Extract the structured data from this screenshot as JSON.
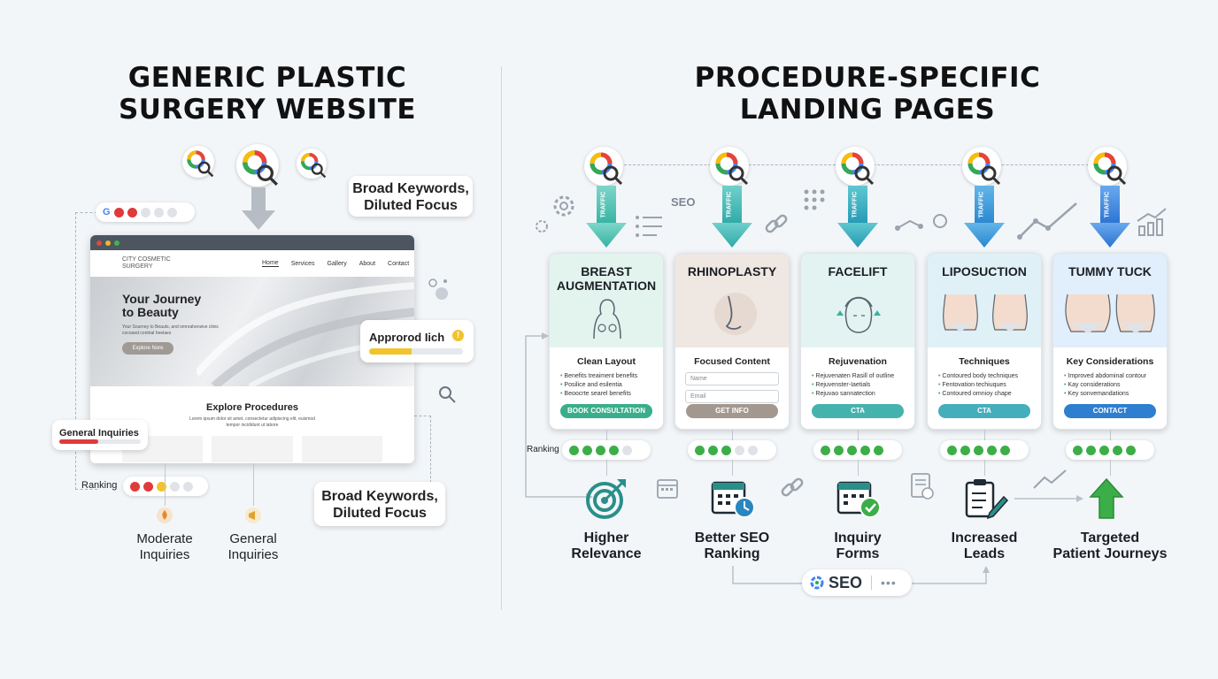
{
  "left": {
    "title_line1": "GENERIC PLASTIC",
    "title_line2": "SURGERY WEBSITE",
    "callout_top_l1": "Broad Keywords,",
    "callout_top_l2": "Diluted Focus",
    "callout_bottom_l1": "Broad Keywords,",
    "callout_bottom_l2": "Diluted Focus",
    "approved_label": "Approrod Iich",
    "approved_progress": 0.45,
    "general_inquiries_badge": "General Inquiries",
    "ranking_label": "Ranking",
    "ranking_dots": [
      "red",
      "red",
      "yellow",
      "gray",
      "gray"
    ],
    "browser": {
      "logo_l1": "CITY COSMETIC",
      "logo_l2": "SURGERY",
      "nav": [
        "Home",
        "Services",
        "Gallery",
        "About",
        "Contact"
      ],
      "hero_l1": "Your Journey",
      "hero_l2": "to Beauty",
      "hero_sub": "Your Sourney to Beauts, and omnrahensive clinic cocoaed contrial heelaes",
      "hero_btn": "Explore Nore",
      "explore_title": "Explore Procedures",
      "explore_sub": "Lorem ipsum dolor sit amet, consectetur adipiscing elit, euismod tempor incididunt ut labore"
    },
    "outcome1_l1": "Moderate",
    "outcome1_l2": "Inquiries",
    "outcome2_l1": "General",
    "outcome2_l2": "Inquiries"
  },
  "right": {
    "title_line1": "PROCEDURE-SPECIFIC",
    "title_line2": "LANDING PAGES",
    "seo_tag": "SEO",
    "traffic_label": "TRAFFIC",
    "ranking_label": "Ranking",
    "cards": [
      {
        "name_l1": "BREAST",
        "name_l2": "AUGMENTATION",
        "feature": "Clean Layout",
        "bullets": [
          "Benefits treaiment benefits",
          "Posilice and esilentia",
          "Beoocrte searel benefits"
        ],
        "button": "BOOK CONSULTATION",
        "btn_color": "#3aae8a",
        "head_color": "#e3f4ef",
        "dots": [
          "green",
          "green",
          "green",
          "green",
          "gray"
        ]
      },
      {
        "name_l1": "RHINOPLASTY",
        "name_l2": "",
        "feature": "Focused Content",
        "field1": "Name",
        "field2": "Email",
        "button": "GET INFO",
        "btn_color": "#a39890",
        "head_color": "#efe7e2",
        "dots": [
          "green",
          "green",
          "green",
          "gray",
          "gray"
        ]
      },
      {
        "name_l1": "FACELIFT",
        "name_l2": "",
        "feature": "Rejuvenation",
        "bullets": [
          "Rejuvenaten Rasill of outline",
          "Rejuvenster-Iaetials",
          "Rejuvao sannatection"
        ],
        "button": "CTA",
        "btn_color": "#45b3ad",
        "head_color": "#e2f3f2",
        "dots": [
          "green",
          "green",
          "green",
          "green",
          "green"
        ]
      },
      {
        "name_l1": "LIPOSUCTION",
        "name_l2": "",
        "feature": "Techniques",
        "bullets": [
          "Contoured body techniques",
          "Fentovation techiuques",
          "Contoured omnioy chape"
        ],
        "button": "CTA",
        "btn_color": "#45aebd",
        "head_color": "#e0f0f7",
        "dots": [
          "green",
          "green",
          "green",
          "green",
          "green"
        ]
      },
      {
        "name_l1": "TUMMY TUCK",
        "name_l2": "",
        "feature": "Key Considerations",
        "bullets": [
          "Improved abdominal contour",
          "Kay considerations",
          "Key sonvemandations"
        ],
        "button": "CONTACT",
        "btn_color": "#2e7fd0",
        "head_color": "#e1eefb",
        "dots": [
          "green",
          "green",
          "green",
          "green",
          "green"
        ]
      }
    ],
    "outcomes": [
      {
        "l1": "Higher",
        "l2": "Relevance"
      },
      {
        "l1": "Better SEO",
        "l2": "Ranking"
      },
      {
        "l1": "Inquiry",
        "l2": "Forms"
      },
      {
        "l1": "Increased",
        "l2": "Leads"
      },
      {
        "l1": "Targeted",
        "l2": "Patient Journeys"
      }
    ],
    "seo_badge": "SEO"
  }
}
